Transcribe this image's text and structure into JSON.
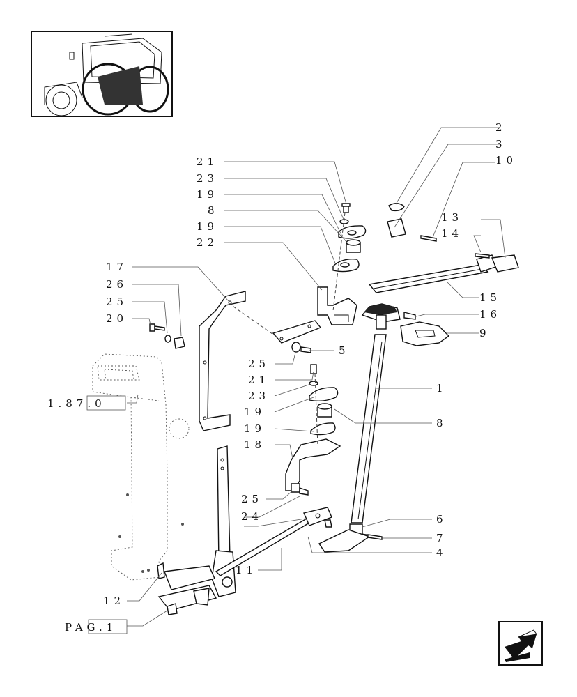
{
  "labels": {
    "l2": "2",
    "l3": "3",
    "l10": "10",
    "l13": "13",
    "l14": "14",
    "l15": "15",
    "l16": "16",
    "l9": "9",
    "l1": "1",
    "l8b": "8",
    "l6": "6",
    "l7": "7",
    "l4": "4",
    "l21a": "21",
    "l23a": "23",
    "l19a": "19",
    "l8a": "8",
    "l19b": "19",
    "l22": "22",
    "l17": "17",
    "l26": "26",
    "l25a": "25",
    "l20": "20",
    "l25b": "25",
    "l5": "5",
    "l21b": "21",
    "l23b": "23",
    "l19c": "19",
    "l19d": "19",
    "l18": "18",
    "l25c": "25",
    "l24": "24",
    "l11": "11",
    "l12": "12",
    "ref": "1.87.0",
    "pag": "PAG.1"
  },
  "icons": {
    "thumbnail": "tractor-thumbnail-icon",
    "nav": "back-arrow-icon"
  }
}
